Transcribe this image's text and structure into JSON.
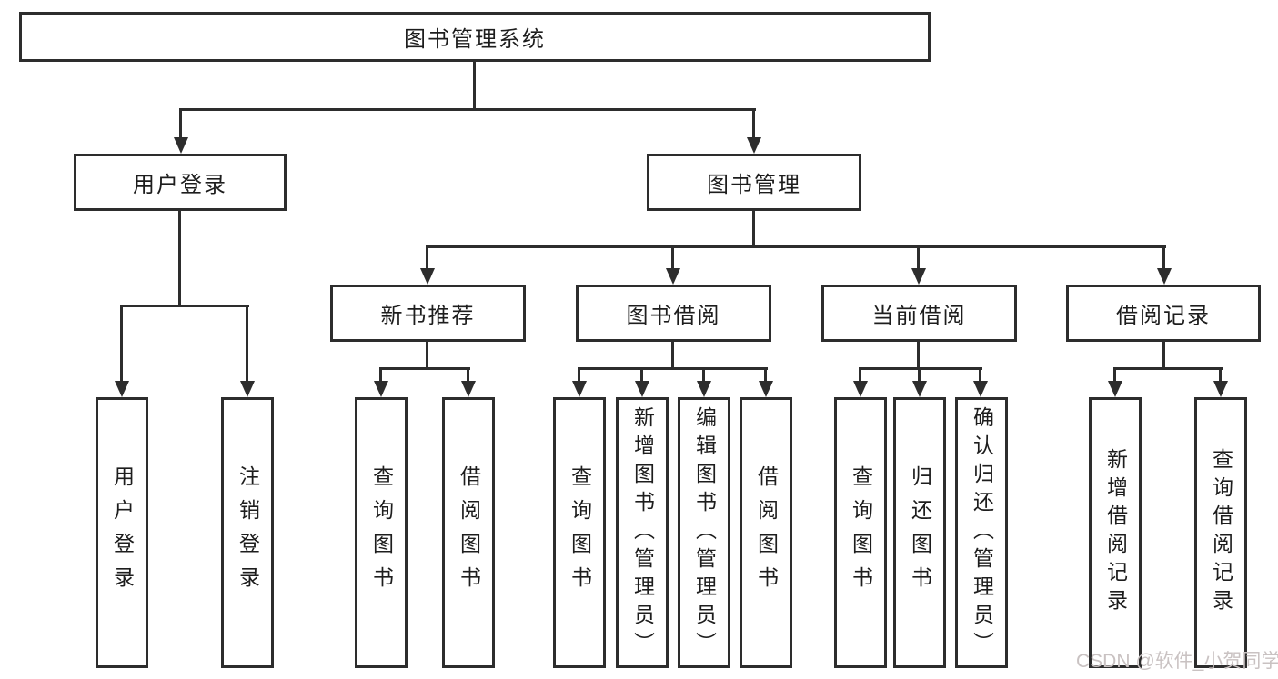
{
  "tree": {
    "root": {
      "label": "图书管理系统",
      "children": [
        {
          "label": "用户登录",
          "children": [
            {
              "label": "用户登录"
            },
            {
              "label": "注销登录"
            }
          ]
        },
        {
          "label": "图书管理",
          "children": [
            {
              "label": "新书推荐",
              "children": [
                {
                  "label": "查询图书"
                },
                {
                  "label": "借阅图书"
                }
              ]
            },
            {
              "label": "图书借阅",
              "children": [
                {
                  "label": "查询图书"
                },
                {
                  "label": "新增图书（管理员）"
                },
                {
                  "label": "编辑图书（管理员）"
                },
                {
                  "label": "借阅图书"
                }
              ]
            },
            {
              "label": "当前借阅",
              "children": [
                {
                  "label": "查询图书"
                },
                {
                  "label": "归还图书"
                },
                {
                  "label": "确认归还（管理员）"
                }
              ]
            },
            {
              "label": "借阅记录",
              "children": [
                {
                  "label": "新增借阅记录"
                },
                {
                  "label": "查询借阅记录"
                }
              ]
            }
          ]
        }
      ]
    }
  },
  "watermark": {
    "text": "CSDN @软件_小贺同学"
  },
  "colors": {
    "line": "#2d2d2d",
    "box_border": "#2d2d2d",
    "background": "#ffffff",
    "text": "#1d1d1d",
    "watermark": "#c9c2c2"
  }
}
